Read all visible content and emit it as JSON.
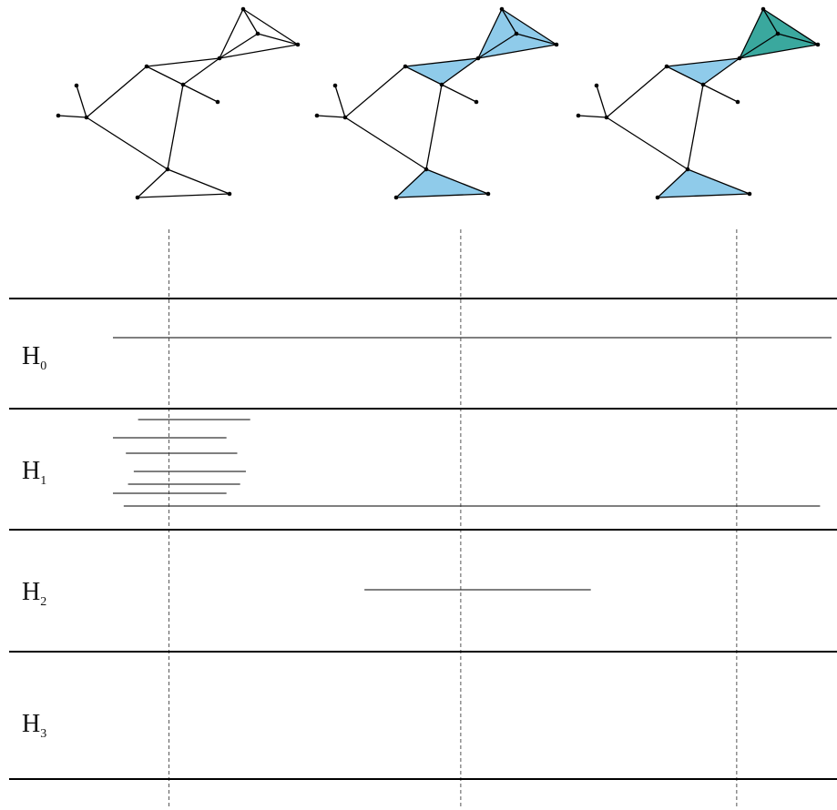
{
  "complexes": [
    {
      "id": "complex-1",
      "filled_triangles": [],
      "filled_tetrahedra": []
    },
    {
      "id": "complex-2",
      "filled_triangles": [
        "top-triangles",
        "middle-triangle",
        "bottom-triangle"
      ],
      "filled_tetrahedra": []
    },
    {
      "id": "complex-3",
      "filled_triangles": [
        "middle-triangle",
        "bottom-triangle"
      ],
      "filled_tetrahedra": [
        "top-tetrahedron"
      ]
    }
  ],
  "colors": {
    "triangle_fill": "#8FCBEA",
    "tetrahedron_fill": "#3BA89E",
    "edge": "#000000",
    "band_rule": "#000000",
    "barcode": "#333333",
    "marker": "#555555"
  },
  "bands": [
    {
      "label": "H",
      "subscript": "0",
      "barcodes": [
        {
          "birth": 0.0,
          "death": 1.0
        }
      ]
    },
    {
      "label": "H",
      "subscript": "1",
      "barcodes": [
        {
          "birth": 0.035,
          "death": 0.191
        },
        {
          "birth": 0.0,
          "death": 0.158
        },
        {
          "birth": 0.018,
          "death": 0.173
        },
        {
          "birth": 0.029,
          "death": 0.185
        },
        {
          "birth": 0.021,
          "death": 0.177
        },
        {
          "birth": 0.0,
          "death": 0.158
        },
        {
          "birth": 0.015,
          "death": 0.984
        }
      ]
    },
    {
      "label": "H",
      "subscript": "2",
      "barcodes": [
        {
          "birth": 0.35,
          "death": 0.665
        }
      ]
    },
    {
      "label": "H",
      "subscript": "3",
      "barcodes": []
    }
  ],
  "filtration_markers": [
    0.078,
    0.484,
    0.868
  ]
}
